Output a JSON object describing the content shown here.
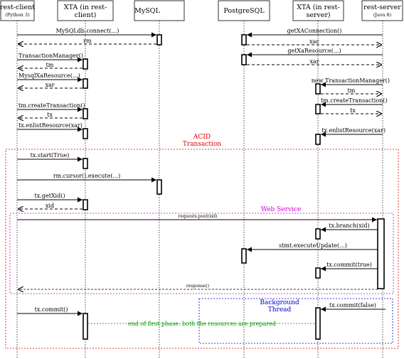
{
  "participants": [
    {
      "name": "rest-client",
      "sub": "(Python 3)"
    },
    {
      "name": "XTA (in rest-",
      "name2": "client)"
    },
    {
      "name": "MySQL"
    },
    {
      "name": "PostgreSQL"
    },
    {
      "name": "XTA (in rest-",
      "name2": "server)"
    },
    {
      "name": "rest-server",
      "sub": "(Java 8)"
    }
  ],
  "messages": {
    "m1": "MySQLdb.connect(...)",
    "m2": "rm",
    "m3": "getXAConnection()",
    "m4": "xac",
    "m5": "getXaResource(...)",
    "m6": "xar",
    "m7": "TransactionManager()",
    "m8": "tm",
    "m9": "MysqlXaResource(...)",
    "m10": "xar",
    "m11": "new TransactionManager()",
    "m12": "tm",
    "m13": "tm.createTransaction()",
    "m14": "tx",
    "m15": "tm.createTransaction()",
    "m16": "tx",
    "m17": "tx.enlistResource(xar)",
    "m18": "tx.enlistResource(xar)",
    "m19": "tx.start(True)",
    "m20": "rm.cursor().execute(...)",
    "m21": "tx.getXid()",
    "m22": "xid",
    "m23": "requests.post(xid)",
    "m24": "tx.branch(xid)",
    "m25": "stmt.executeUpdate(...)",
    "m26": "tx.commit(true)",
    "m27": "response()",
    "m28": "tx.commit()",
    "m29": "tx.commit(false)",
    "m30": "end of first phase: both the resources are prepared"
  },
  "groups": {
    "acid_line1": "ACID",
    "acid_line2": "Transaction",
    "web_service": "Web Service",
    "bg_line1": "Background",
    "bg_line2": "Thread"
  },
  "colors": {
    "acid": "#dd0000",
    "web_service": "#cc00cc",
    "background_thread": "#0000cc",
    "note": "#009900"
  }
}
